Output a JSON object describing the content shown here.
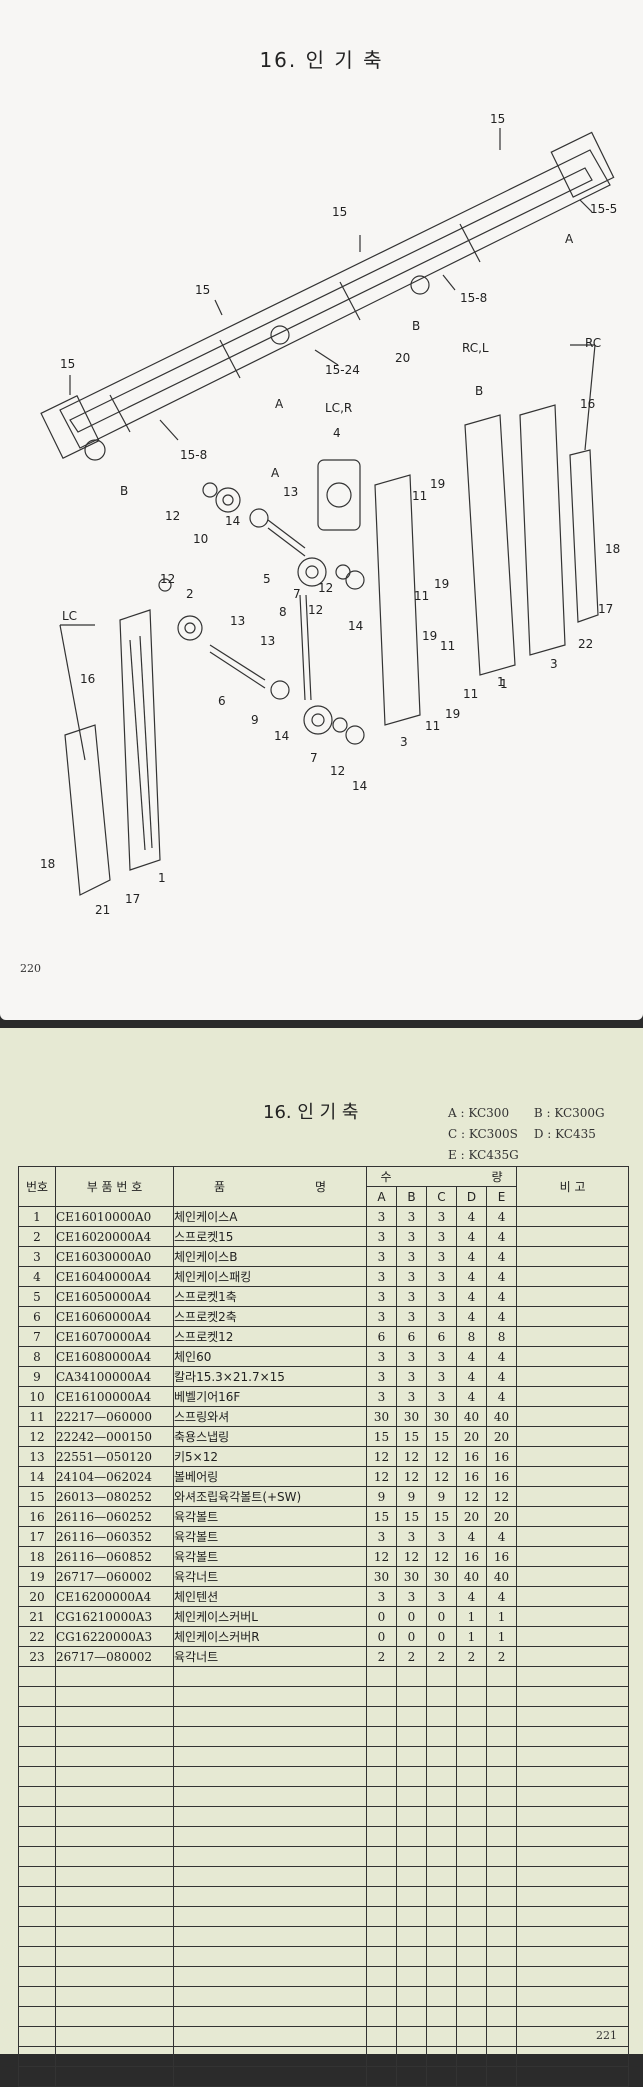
{
  "page_left": {
    "title": "16. 인 기 축",
    "page_number": "220",
    "callouts": [
      "15",
      "15",
      "15",
      "15",
      "15-5",
      "15-8",
      "15-24",
      "15-8",
      "A",
      "A",
      "A",
      "B",
      "B",
      "B",
      "20",
      "RC,L",
      "RC",
      "LC,R",
      "LC",
      "16",
      "16",
      "4",
      "12",
      "10",
      "14",
      "13",
      "5",
      "12",
      "7",
      "12",
      "14",
      "8",
      "11",
      "19",
      "18",
      "17",
      "22",
      "3",
      "1",
      "2",
      "6",
      "9",
      "14",
      "7",
      "12",
      "14",
      "18",
      "17",
      "21",
      "1",
      "11",
      "19",
      "11",
      "19",
      "11",
      "19",
      "13",
      "13",
      "12",
      "3",
      "1",
      "11"
    ]
  },
  "page_right": {
    "title": "16. 인 기 축",
    "page_number": "221",
    "models": [
      {
        "code": "A",
        "name": "KC300"
      },
      {
        "code": "B",
        "name": "KC300G"
      },
      {
        "code": "C",
        "name": "KC300S"
      },
      {
        "code": "D",
        "name": "KC435"
      },
      {
        "code": "E",
        "name": "KC435G"
      }
    ],
    "headers": {
      "no": "번호",
      "part_number": "부 품 번 호",
      "name_1": "품",
      "name_2": "명",
      "qty_1": "수",
      "qty_2": "량",
      "remarks": "비 고",
      "cols": [
        "A",
        "B",
        "C",
        "D",
        "E"
      ]
    },
    "rows": [
      {
        "no": "1",
        "part": "CE16010000A0",
        "name": "체인케이스A",
        "q": [
          "3",
          "3",
          "3",
          "4",
          "4"
        ]
      },
      {
        "no": "2",
        "part": "CE16020000A4",
        "name": "스프로켓15",
        "q": [
          "3",
          "3",
          "3",
          "4",
          "4"
        ]
      },
      {
        "no": "3",
        "part": "CE16030000A0",
        "name": "체인케이스B",
        "q": [
          "3",
          "3",
          "3",
          "4",
          "4"
        ]
      },
      {
        "no": "4",
        "part": "CE16040000A4",
        "name": "체인케이스패킹",
        "q": [
          "3",
          "3",
          "3",
          "4",
          "4"
        ]
      },
      {
        "no": "5",
        "part": "CE16050000A4",
        "name": "스프로켓1축",
        "q": [
          "3",
          "3",
          "3",
          "4",
          "4"
        ]
      },
      {
        "no": "6",
        "part": "CE16060000A4",
        "name": "스프로켓2축",
        "q": [
          "3",
          "3",
          "3",
          "4",
          "4"
        ]
      },
      {
        "no": "7",
        "part": "CE16070000A4",
        "name": "스프로켓12",
        "q": [
          "6",
          "6",
          "6",
          "8",
          "8"
        ]
      },
      {
        "no": "8",
        "part": "CE16080000A4",
        "name": "체인60",
        "q": [
          "3",
          "3",
          "3",
          "4",
          "4"
        ]
      },
      {
        "no": "9",
        "part": "CA34100000A4",
        "name": "칼라15.3×21.7×15",
        "q": [
          "3",
          "3",
          "3",
          "4",
          "4"
        ]
      },
      {
        "no": "10",
        "part": "CE16100000A4",
        "name": "베벨기어16F",
        "q": [
          "3",
          "3",
          "3",
          "4",
          "4"
        ]
      },
      {
        "no": "11",
        "part": "22217—060000",
        "name": "스프링와셔",
        "q": [
          "30",
          "30",
          "30",
          "40",
          "40"
        ]
      },
      {
        "no": "12",
        "part": "22242—000150",
        "name": "축용스냅링",
        "q": [
          "15",
          "15",
          "15",
          "20",
          "20"
        ]
      },
      {
        "no": "13",
        "part": "22551—050120",
        "name": "키5×12",
        "q": [
          "12",
          "12",
          "12",
          "16",
          "16"
        ]
      },
      {
        "no": "14",
        "part": "24104—062024",
        "name": "볼베어링",
        "q": [
          "12",
          "12",
          "12",
          "16",
          "16"
        ]
      },
      {
        "no": "15",
        "part": "26013—080252",
        "name": "와셔조립육각볼트(+SW)",
        "q": [
          "9",
          "9",
          "9",
          "12",
          "12"
        ]
      },
      {
        "no": "16",
        "part": "26116—060252",
        "name": "육각볼트",
        "q": [
          "15",
          "15",
          "15",
          "20",
          "20"
        ]
      },
      {
        "no": "17",
        "part": "26116—060352",
        "name": "육각볼트",
        "q": [
          "3",
          "3",
          "3",
          "4",
          "4"
        ]
      },
      {
        "no": "18",
        "part": "26116—060852",
        "name": "육각볼트",
        "q": [
          "12",
          "12",
          "12",
          "16",
          "16"
        ]
      },
      {
        "no": "19",
        "part": "26717—060002",
        "name": "육각너트",
        "q": [
          "30",
          "30",
          "30",
          "40",
          "40"
        ]
      },
      {
        "no": "20",
        "part": "CE16200000A4",
        "name": "체인텐션",
        "q": [
          "3",
          "3",
          "3",
          "4",
          "4"
        ]
      },
      {
        "no": "21",
        "part": "CG16210000A3",
        "name": "체인케이스커버L",
        "q": [
          "0",
          "0",
          "0",
          "1",
          "1"
        ]
      },
      {
        "no": "22",
        "part": "CG16220000A3",
        "name": "체인케이스커버R",
        "q": [
          "0",
          "0",
          "0",
          "1",
          "1"
        ]
      },
      {
        "no": "23",
        "part": "26717—080002",
        "name": "육각너트",
        "q": [
          "2",
          "2",
          "2",
          "2",
          "2"
        ]
      }
    ],
    "empty_rows": 21
  }
}
